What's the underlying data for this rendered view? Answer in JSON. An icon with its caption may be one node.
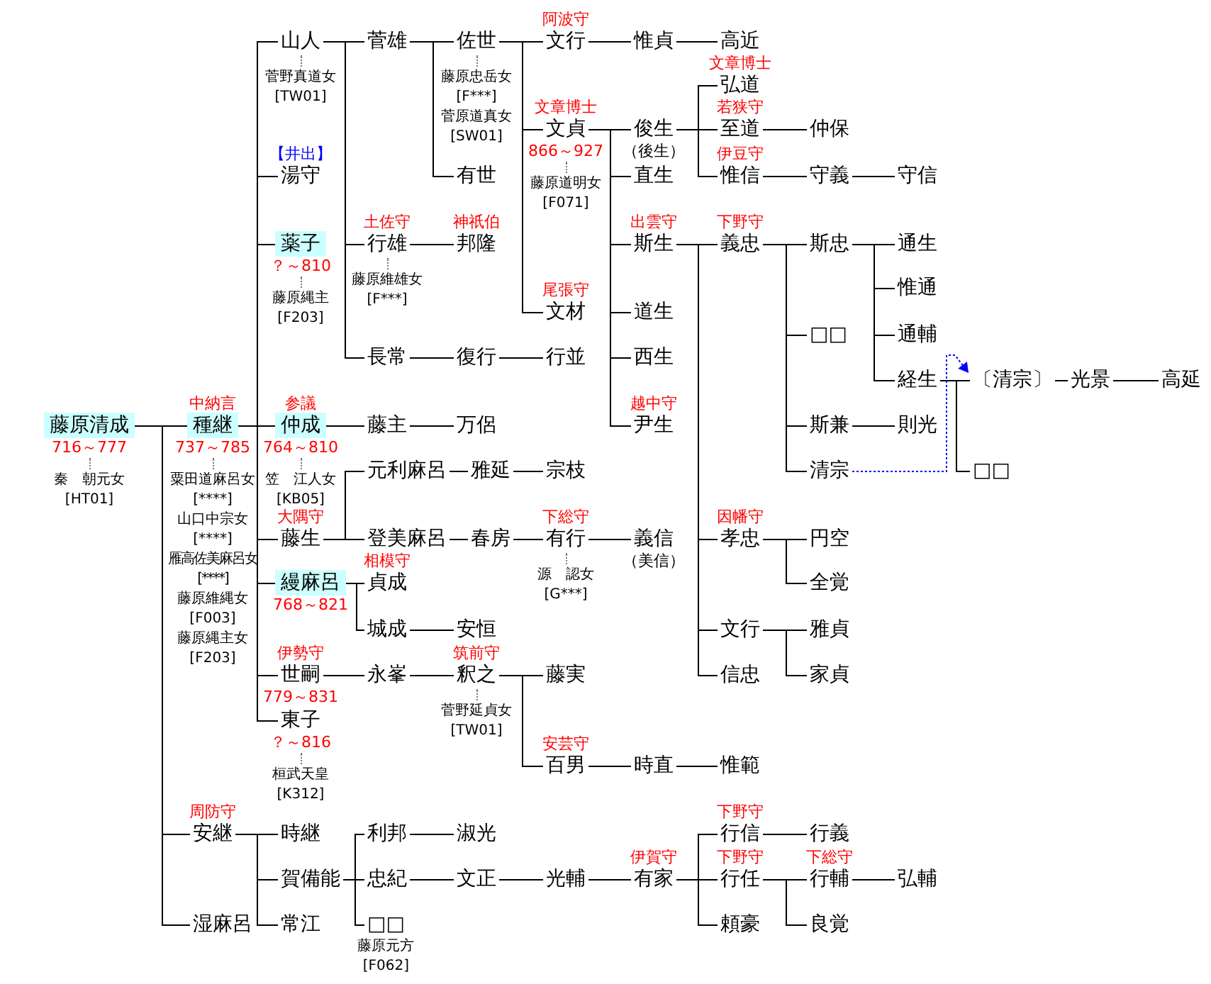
{
  "diagram": {
    "nodes": [
      {
        "text": [
          "山人"
        ],
        "beside": [
          "菅野真道女 [TW01]"
        ]
      },
      {
        "text": [
          "菅雄"
        ]
      },
      {
        "text": [
          "佐世"
        ],
        "beside": [
          "藤原忠岳女 [F***]",
          "菅原道真女 [SW01]"
        ]
      },
      {
        "text": [
          "文行"
        ],
        "beside": [
          "阿波守"
        ]
      },
      {
        "text": [
          "惟貞"
        ]
      },
      {
        "text": [
          "高近"
        ]
      },
      {
        "text": [
          "弘道"
        ],
        "beside": [
          "文章博士"
        ]
      },
      {
        "text": [
          "文貞"
        ],
        "beside": [
          "文章博士",
          "866～927",
          "藤原道明女 [F071]"
        ]
      },
      {
        "text": [
          "俊生"
        ],
        "beside": [
          "（後生）"
        ]
      },
      {
        "text": [
          "至道"
        ],
        "beside": [
          "若狭守"
        ]
      },
      {
        "text": [
          "仲保"
        ]
      },
      {
        "text": [
          "湯守"
        ],
        "beside": [
          "【井出】"
        ]
      },
      {
        "text": [
          "有世"
        ]
      },
      {
        "text": [
          "直生"
        ]
      },
      {
        "text": [
          "惟信"
        ],
        "beside": [
          "伊豆守"
        ]
      },
      {
        "text": [
          "守義"
        ]
      },
      {
        "text": [
          "守信"
        ]
      },
      {
        "text": [
          "薬子"
        ],
        "beside": [
          "？～810",
          "藤原縄主 [F203]"
        ]
      },
      {
        "text": [
          "行雄"
        ],
        "beside": [
          "土佐守",
          "藤原維雄女 [F***]"
        ]
      },
      {
        "text": [
          "邦隆"
        ],
        "beside": [
          "神祇伯"
        ]
      },
      {
        "text": [
          "斯生"
        ],
        "beside": [
          "出雲守"
        ]
      },
      {
        "text": [
          "義忠"
        ],
        "beside": [
          "下野守"
        ]
      },
      {
        "text": [
          "斯忠"
        ]
      },
      {
        "text": [
          "通生"
        ]
      },
      {
        "text": [
          "惟通"
        ]
      },
      {
        "text": [
          "文材"
        ],
        "beside": [
          "尾張守"
        ]
      },
      {
        "text": [
          "道生"
        ]
      },
      {
        "text": [
          "□□"
        ]
      },
      {
        "text": [
          "通輔"
        ]
      },
      {
        "text": [
          "長常"
        ]
      },
      {
        "text": [
          "復行"
        ]
      },
      {
        "text": [
          "行並"
        ]
      },
      {
        "text": [
          "西生"
        ]
      },
      {
        "text": [
          "経生"
        ]
      },
      {
        "text": [
          "〔清宗〕"
        ]
      },
      {
        "text": [
          "光景"
        ]
      },
      {
        "text": [
          "高延"
        ]
      },
      {
        "text": [
          "藤原清成"
        ],
        "beside": [
          "716～777",
          "秦　朝元女 [HT01]"
        ]
      },
      {
        "text": [
          "種継"
        ],
        "beside": [
          "中納言",
          "737～785",
          "粟田道麻呂女 [****]",
          "山口中宗女 [****]",
          "雁高佐美麻呂女 [****]",
          "藤原維縄女 [F003]",
          "藤原縄主女 [F203]"
        ]
      },
      {
        "text": [
          "仲成"
        ],
        "beside": [
          "参議",
          "764～810",
          "笠　江人女 [KB05]"
        ]
      },
      {
        "text": [
          "藤主"
        ]
      },
      {
        "text": [
          "万侶"
        ]
      },
      {
        "text": [
          "尹生"
        ],
        "beside": [
          "越中守"
        ]
      },
      {
        "text": [
          "斯兼"
        ]
      },
      {
        "text": [
          "則光"
        ]
      },
      {
        "text": [
          "元利麻呂"
        ]
      },
      {
        "text": [
          "雅延"
        ]
      },
      {
        "text": [
          "宗枝"
        ]
      },
      {
        "text": [
          "清宗"
        ]
      },
      {
        "text": [
          "□□"
        ]
      },
      {
        "text": [
          "藤生"
        ],
        "beside": [
          "大隅守"
        ]
      },
      {
        "text": [
          "登美麻呂"
        ]
      },
      {
        "text": [
          "春房"
        ]
      },
      {
        "text": [
          "有行"
        ],
        "beside": [
          "下総守",
          "源　認女 [G***]"
        ]
      },
      {
        "text": [
          "義信"
        ],
        "beside": [
          "（美信）"
        ]
      },
      {
        "text": [
          "孝忠"
        ],
        "beside": [
          "因幡守"
        ]
      },
      {
        "text": [
          "円空"
        ]
      },
      {
        "text": [
          "縵麻呂"
        ],
        "beside": [
          "768～821"
        ]
      },
      {
        "text": [
          "貞成"
        ],
        "beside": [
          "相模守"
        ]
      },
      {
        "text": [
          "全覚"
        ]
      },
      {
        "text": [
          "城成"
        ]
      },
      {
        "text": [
          "安恒"
        ]
      },
      {
        "text": [
          "文行"
        ]
      },
      {
        "text": [
          "雅貞"
        ]
      },
      {
        "text": [
          "世嗣"
        ],
        "beside": [
          "伊勢守",
          "779～831"
        ]
      },
      {
        "text": [
          "永峯"
        ]
      },
      {
        "text": [
          "釈之"
        ],
        "beside": [
          "筑前守",
          "菅野延貞女 [TW01]"
        ]
      },
      {
        "text": [
          "藤実"
        ]
      },
      {
        "text": [
          "信忠"
        ]
      },
      {
        "text": [
          "家貞"
        ]
      },
      {
        "text": [
          "東子"
        ],
        "beside": [
          "？～816",
          "桓武天皇 [K312]"
        ]
      },
      {
        "text": [
          "百男"
        ],
        "beside": [
          "安芸守"
        ]
      },
      {
        "text": [
          "時直"
        ]
      },
      {
        "text": [
          "惟範"
        ]
      },
      {
        "text": [
          "安継"
        ],
        "beside": [
          "周防守"
        ]
      },
      {
        "text": [
          "時継"
        ]
      },
      {
        "text": [
          "利邦"
        ]
      },
      {
        "text": [
          "淑光"
        ]
      },
      {
        "text": [
          "行信"
        ],
        "beside": [
          "下野守"
        ]
      },
      {
        "text": [
          "行義"
        ]
      },
      {
        "text": [
          "賀備能"
        ]
      },
      {
        "text": [
          "忠紀"
        ]
      },
      {
        "text": [
          "文正"
        ]
      },
      {
        "text": [
          "光輔"
        ]
      },
      {
        "text": [
          "有家"
        ],
        "beside": [
          "伊賀守"
        ]
      },
      {
        "text": [
          "行任"
        ],
        "beside": [
          "下野守"
        ]
      },
      {
        "text": [
          "行輔"
        ],
        "beside": [
          "下総守"
        ]
      },
      {
        "text": [
          "弘輔"
        ]
      },
      {
        "text": [
          "湿麻呂"
        ]
      },
      {
        "text": [
          "常江"
        ]
      },
      {
        "text": [
          "□□"
        ],
        "beside": [
          "藤原元方 [F062]"
        ]
      },
      {
        "text": [
          "頼豪"
        ]
      },
      {
        "text": [
          "良覚"
        ]
      }
    ],
    "edges": [
      {
        "from": 37,
        "to": 38,
        "arrow": "none"
      },
      {
        "from": 37,
        "to": 74,
        "arrow": "none"
      },
      {
        "from": 37,
        "to": 88,
        "arrow": "none"
      },
      {
        "from": 38,
        "to": 0,
        "arrow": "none"
      },
      {
        "from": 38,
        "to": 11,
        "arrow": "none"
      },
      {
        "from": 38,
        "to": 17,
        "arrow": "none"
      },
      {
        "from": 38,
        "to": 39,
        "arrow": "none"
      },
      {
        "from": 38,
        "to": 50,
        "arrow": "none"
      },
      {
        "from": 38,
        "to": 57,
        "arrow": "none"
      },
      {
        "from": 38,
        "to": 64,
        "arrow": "none"
      },
      {
        "from": 38,
        "to": 70,
        "arrow": "none"
      },
      {
        "from": 0,
        "to": 1,
        "arrow": "none"
      },
      {
        "from": 0,
        "to": 18,
        "arrow": "none"
      },
      {
        "from": 0,
        "to": 29,
        "arrow": "none"
      },
      {
        "from": 1,
        "to": 2,
        "arrow": "none"
      },
      {
        "from": 1,
        "to": 12,
        "arrow": "none"
      },
      {
        "from": 2,
        "to": 3,
        "arrow": "none"
      },
      {
        "from": 2,
        "to": 7,
        "arrow": "none"
      },
      {
        "from": 2,
        "to": 25,
        "arrow": "none"
      },
      {
        "from": 3,
        "to": 4,
        "arrow": "none"
      },
      {
        "from": 4,
        "to": 5,
        "arrow": "none"
      },
      {
        "from": 7,
        "to": 8,
        "arrow": "none"
      },
      {
        "from": 7,
        "to": 13,
        "arrow": "none"
      },
      {
        "from": 7,
        "to": 20,
        "arrow": "none"
      },
      {
        "from": 7,
        "to": 26,
        "arrow": "none"
      },
      {
        "from": 7,
        "to": 32,
        "arrow": "none"
      },
      {
        "from": 7,
        "to": 42,
        "arrow": "none"
      },
      {
        "from": 8,
        "to": 6,
        "arrow": "none"
      },
      {
        "from": 8,
        "to": 9,
        "arrow": "none"
      },
      {
        "from": 8,
        "to": 14,
        "arrow": "none"
      },
      {
        "from": 9,
        "to": 10,
        "arrow": "none"
      },
      {
        "from": 14,
        "to": 15,
        "arrow": "none"
      },
      {
        "from": 15,
        "to": 16,
        "arrow": "none"
      },
      {
        "from": 18,
        "to": 19,
        "arrow": "none"
      },
      {
        "from": 20,
        "to": 21,
        "arrow": "none"
      },
      {
        "from": 20,
        "to": 55,
        "arrow": "none"
      },
      {
        "from": 20,
        "to": 62,
        "arrow": "none"
      },
      {
        "from": 20,
        "to": 68,
        "arrow": "none"
      },
      {
        "from": 21,
        "to": 22,
        "arrow": "none"
      },
      {
        "from": 21,
        "to": 27,
        "arrow": "none"
      },
      {
        "from": 21,
        "to": 43,
        "arrow": "none"
      },
      {
        "from": 21,
        "to": 48,
        "arrow": "none"
      },
      {
        "from": 22,
        "to": 23,
        "arrow": "none"
      },
      {
        "from": 22,
        "to": 24,
        "arrow": "none"
      },
      {
        "from": 22,
        "to": 28,
        "arrow": "none"
      },
      {
        "from": 22,
        "to": 33,
        "arrow": "none"
      },
      {
        "from": 33,
        "to": 34,
        "arrow": "none"
      },
      {
        "from": 33,
        "to": 49,
        "arrow": "none"
      },
      {
        "from": 34,
        "to": 35,
        "arrow": "none"
      },
      {
        "from": 35,
        "to": 36,
        "arrow": "none"
      },
      {
        "from": 43,
        "to": 44,
        "arrow": "none"
      },
      {
        "from": 48,
        "to": 34,
        "arrow": "to",
        "style": "dashed",
        "color": "#0000ff"
      },
      {
        "from": 29,
        "to": 30,
        "arrow": "none"
      },
      {
        "from": 30,
        "to": 31,
        "arrow": "none"
      },
      {
        "from": 39,
        "to": 40,
        "arrow": "none"
      },
      {
        "from": 40,
        "to": 41,
        "arrow": "none"
      },
      {
        "from": 50,
        "to": 45,
        "arrow": "none"
      },
      {
        "from": 50,
        "to": 51,
        "arrow": "none"
      },
      {
        "from": 45,
        "to": 46,
        "arrow": "none"
      },
      {
        "from": 46,
        "to": 47,
        "arrow": "none"
      },
      {
        "from": 51,
        "to": 52,
        "arrow": "none"
      },
      {
        "from": 52,
        "to": 53,
        "arrow": "none"
      },
      {
        "from": 53,
        "to": 54,
        "arrow": "none"
      },
      {
        "from": 55,
        "to": 56,
        "arrow": "none"
      },
      {
        "from": 55,
        "to": 59,
        "arrow": "none"
      },
      {
        "from": 62,
        "to": 63,
        "arrow": "none"
      },
      {
        "from": 62,
        "to": 69,
        "arrow": "none"
      },
      {
        "from": 57,
        "to": 58,
        "arrow": "none"
      },
      {
        "from": 57,
        "to": 60,
        "arrow": "none"
      },
      {
        "from": 60,
        "to": 61,
        "arrow": "none"
      },
      {
        "from": 64,
        "to": 65,
        "arrow": "none"
      },
      {
        "from": 65,
        "to": 66,
        "arrow": "none"
      },
      {
        "from": 66,
        "to": 67,
        "arrow": "none"
      },
      {
        "from": 66,
        "to": 71,
        "arrow": "none"
      },
      {
        "from": 71,
        "to": 72,
        "arrow": "none"
      },
      {
        "from": 72,
        "to": 73,
        "arrow": "none"
      },
      {
        "from": 74,
        "to": 75,
        "arrow": "none"
      },
      {
        "from": 74,
        "to": 80,
        "arrow": "none"
      },
      {
        "from": 74,
        "to": 89,
        "arrow": "none"
      },
      {
        "from": 80,
        "to": 76,
        "arrow": "none"
      },
      {
        "from": 80,
        "to": 81,
        "arrow": "none"
      },
      {
        "from": 80,
        "to": 90,
        "arrow": "none"
      },
      {
        "from": 76,
        "to": 77,
        "arrow": "none"
      },
      {
        "from": 81,
        "to": 82,
        "arrow": "none"
      },
      {
        "from": 82,
        "to": 83,
        "arrow": "none"
      },
      {
        "from": 83,
        "to": 84,
        "arrow": "none"
      },
      {
        "from": 84,
        "to": 78,
        "arrow": "none"
      },
      {
        "from": 84,
        "to": 85,
        "arrow": "none"
      },
      {
        "from": 84,
        "to": 91,
        "arrow": "none"
      },
      {
        "from": 78,
        "to": 79,
        "arrow": "none"
      },
      {
        "from": 85,
        "to": 86,
        "arrow": "none"
      },
      {
        "from": 85,
        "to": 92,
        "arrow": "none"
      },
      {
        "from": 86,
        "to": 87,
        "arrow": "none"
      }
    ]
  }
}
